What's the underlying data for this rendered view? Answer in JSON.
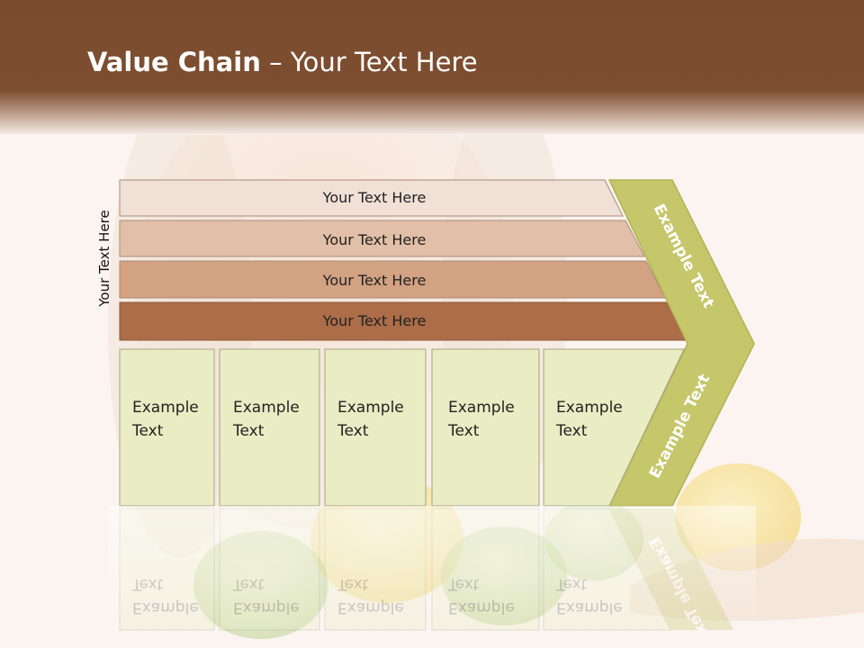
{
  "title": {
    "bold": "Value Chain",
    "regular": " – Your Text Here"
  },
  "side_label": "Your Text Here",
  "support_rows": [
    {
      "label": "Your Text Here",
      "color": "#f0e0d6"
    },
    {
      "label": "Your Text Here",
      "color": "#e2bfa8"
    },
    {
      "label": "Your Text Here",
      "color": "#d2a283"
    },
    {
      "label": "Your Text Here",
      "color": "#ac6d48"
    }
  ],
  "primary_boxes": [
    {
      "line1": "Example",
      "line2": "Text"
    },
    {
      "line1": "Example",
      "line2": "Text"
    },
    {
      "line1": "Example",
      "line2": "Text"
    },
    {
      "line1": "Example",
      "line2": "Text"
    },
    {
      "line1": "Example",
      "line2": "Text"
    }
  ],
  "chevron_top_label": "Example Text",
  "chevron_bottom_label": "Example Text",
  "colors": {
    "header": "#7d4e30",
    "box_fill": "#eaecc4",
    "chevron_fill": "#c6c66a",
    "chevron_stroke": "#b2b355"
  }
}
